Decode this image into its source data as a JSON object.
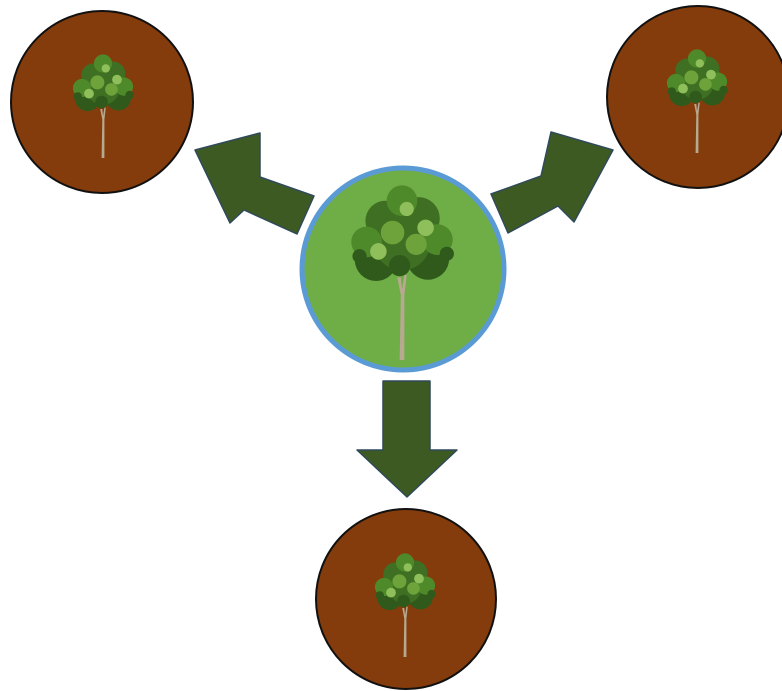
{
  "diagram": {
    "type": "radial-spread",
    "center_node": {
      "icon": "tree-icon",
      "fill": "#6fad47",
      "border": "#5b9bd5"
    },
    "outer_nodes": [
      {
        "position": "top-left",
        "icon": "tree-icon",
        "fill": "#843c0c",
        "border": "#111111"
      },
      {
        "position": "top-right",
        "icon": "tree-icon",
        "fill": "#843c0c",
        "border": "#111111"
      },
      {
        "position": "bottom",
        "icon": "tree-icon",
        "fill": "#843c0c",
        "border": "#111111"
      }
    ],
    "arrows": [
      {
        "direction": "up-left",
        "fill": "#3d5a22",
        "stroke": "#2f4a5a"
      },
      {
        "direction": "up-right",
        "fill": "#3d5a22",
        "stroke": "#2f4a5a"
      },
      {
        "direction": "down",
        "fill": "#3d5a22",
        "stroke": "#2f4a5a"
      }
    ],
    "tree_colors": {
      "foliage_dark": "#2f5a1c",
      "foliage_mid": "#4f8a2a",
      "foliage_light": "#8fbf5a",
      "trunk": "#b7a98f"
    }
  }
}
